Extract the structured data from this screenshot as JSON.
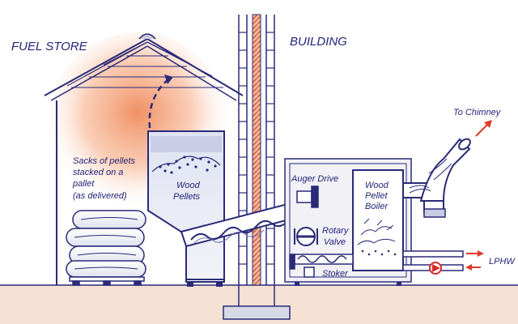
{
  "sections": {
    "fuel_store": "FUEL STORE",
    "building": "BUILDING"
  },
  "labels": {
    "sacks_line1": "Sacks of pellets",
    "sacks_line2": "stacked on a",
    "sacks_line3": "pallet",
    "sacks_line4": "(as delivered)",
    "hopper_line1": "Wood",
    "hopper_line2": "Pellets",
    "auger_drive": "Auger Drive",
    "boiler_line1": "Wood",
    "boiler_line2": "Pellet",
    "boiler_line3": "Boiler",
    "rotary_line1": "Rotary",
    "rotary_line2": "Valve",
    "stoker": "Stoker",
    "chimney": "To Chimney",
    "lphw": "LPHW"
  },
  "colors": {
    "line": "#2a2a78",
    "heat": "#f29a6e",
    "arrow": "#e03a2a",
    "ground": "#f5e1d3",
    "wall": "#e07a55",
    "pump": "#d62a2a"
  }
}
